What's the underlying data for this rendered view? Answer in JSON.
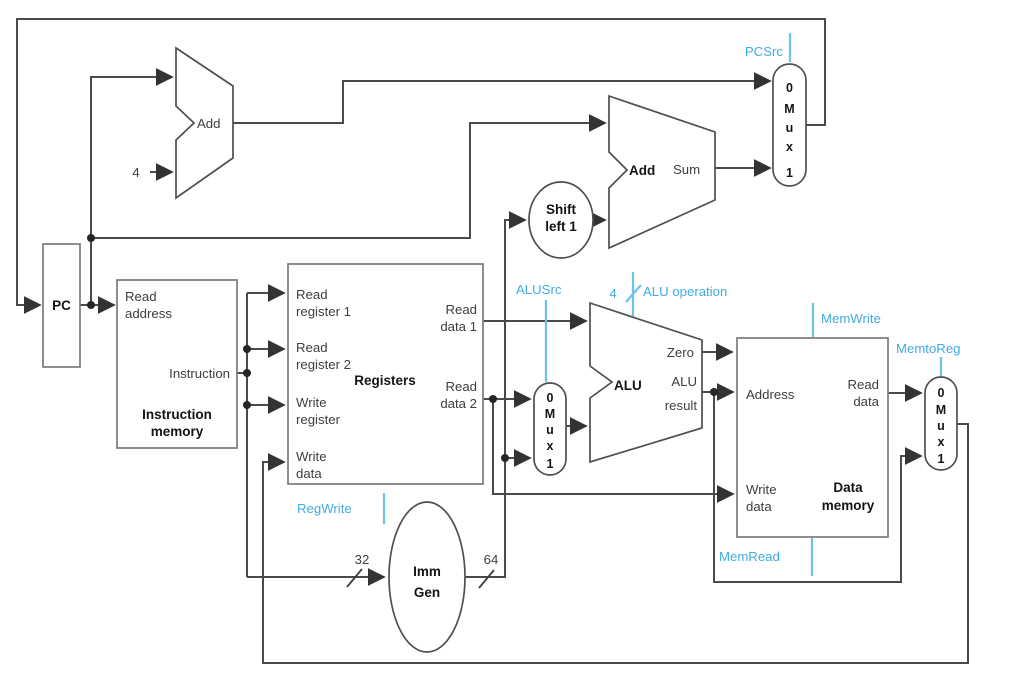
{
  "colors": {
    "control_blue": "#41ace4",
    "wire_gray": "#4a4a4a"
  },
  "pc": {
    "label": "PC"
  },
  "instruction_memory": {
    "title": [
      "Instruction",
      "memory"
    ],
    "read_address": [
      "Read",
      "address"
    ],
    "instruction": "Instruction"
  },
  "adders": {
    "pc_add": {
      "label": "Add"
    },
    "branch_add": {
      "label": "Add",
      "output": "Sum"
    }
  },
  "constants": {
    "pc_increment": "4"
  },
  "registers": {
    "title": "Registers",
    "read_register_1": [
      "Read",
      "register 1"
    ],
    "read_register_2": [
      "Read",
      "register 2"
    ],
    "write_register": [
      "Write",
      "register"
    ],
    "write_data": [
      "Write",
      "data"
    ],
    "read_data_1": [
      "Read",
      "data 1"
    ],
    "read_data_2": [
      "Read",
      "data 2"
    ]
  },
  "imm_gen": {
    "label": [
      "Imm",
      "Gen"
    ],
    "input_width": "32",
    "output_width": "64"
  },
  "shift_left": {
    "label": [
      "Shift",
      "left 1"
    ]
  },
  "alu": {
    "label": "ALU",
    "zero": "Zero",
    "result": [
      "ALU",
      "result"
    ]
  },
  "data_memory": {
    "title": [
      "Data",
      "memory"
    ],
    "address": "Address",
    "read_data": [
      "Read",
      "data"
    ],
    "write_data": [
      "Write",
      "data"
    ]
  },
  "mux": {
    "lines": [
      "0",
      "M",
      "u",
      "x",
      "1"
    ]
  },
  "control_signals": {
    "pcsrc": "PCSrc",
    "regwrite": "RegWrite",
    "alusrc": "ALUSrc",
    "alu_operation": "ALU operation",
    "alu_operation_width": "4",
    "memwrite": "MemWrite",
    "memtoreg": "MemtoReg",
    "memread": "MemRead"
  }
}
